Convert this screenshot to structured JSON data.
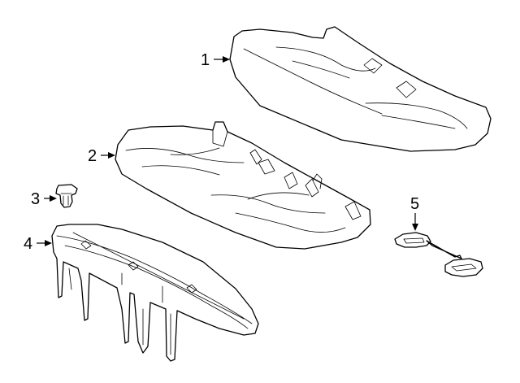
{
  "callouts": [
    {
      "id": "1",
      "label": "1"
    },
    {
      "id": "2",
      "label": "2"
    },
    {
      "id": "3",
      "label": "3"
    },
    {
      "id": "4",
      "label": "4"
    },
    {
      "id": "5",
      "label": "5"
    }
  ],
  "colors": {
    "line": "#000000",
    "fill": "#ffffff",
    "background": "#ffffff"
  }
}
